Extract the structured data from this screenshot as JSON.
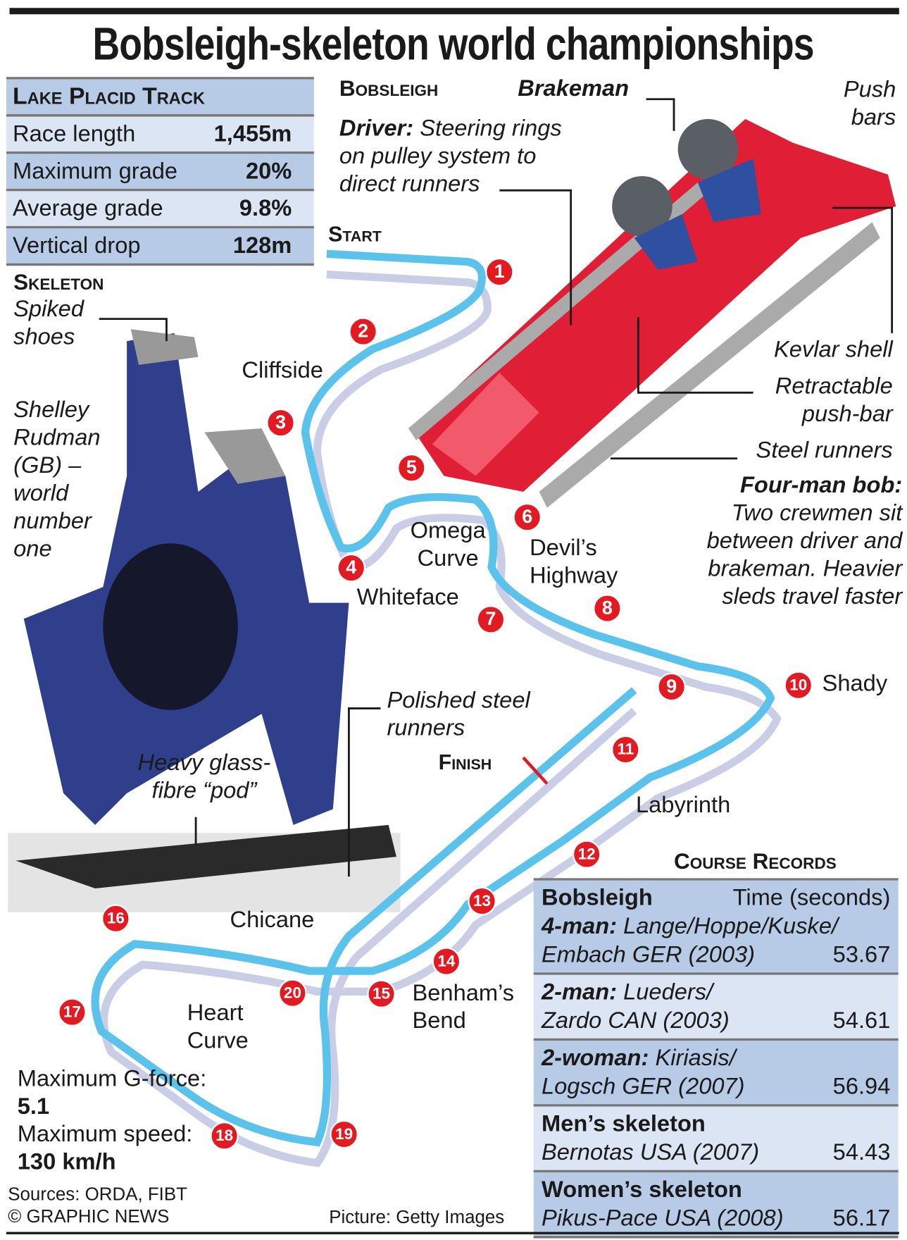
{
  "title": "Bobsleigh-skeleton world championships",
  "track_table": {
    "heading": "Lake Placid Track",
    "rows": [
      {
        "label": "Race length",
        "value": "1,455m"
      },
      {
        "label": "Maximum grade",
        "value": "20%"
      },
      {
        "label": "Average grade",
        "value": "9.8%"
      },
      {
        "label": "Vertical drop",
        "value": "128m"
      }
    ]
  },
  "skeleton": {
    "heading": "Skeleton",
    "spiked": "Spiked shoes",
    "athlete": "Shelley Rudman (GB) – world number one",
    "pod": "Heavy glass-fibre “pod”",
    "runners": "Polished steel runners"
  },
  "bobsleigh": {
    "heading": "Bobsleigh",
    "brakeman": "Brakeman",
    "push_bars": "Push bars",
    "driver_label": "Driver:",
    "driver_text": "Steering rings on pulley system to direct runners",
    "kevlar": "Kevlar shell",
    "retractable": "Retractable push-bar",
    "steel": "Steel runners",
    "fourman_label": "Four-man bob:",
    "fourman_text": "Two crewmen sit between driver and brakeman. Heavier sleds travel faster"
  },
  "track": {
    "start": "Start",
    "finish": "Finish",
    "curves": [
      "Cliffside",
      "Omega Curve",
      "Devil’s Highway",
      "Whiteface",
      "Shady",
      "Labyrinth",
      "Chicane",
      "Benham’s Bend",
      "Heart Curve"
    ],
    "markers": [
      "1",
      "2",
      "3",
      "4",
      "5",
      "6",
      "7",
      "8",
      "9",
      "10",
      "11",
      "12",
      "13",
      "14",
      "15",
      "16",
      "17",
      "18",
      "19",
      "20"
    ],
    "colors": {
      "track": "#5bc2ec",
      "shadow": "#c9cde6",
      "marker": "#e21b23"
    }
  },
  "stats": {
    "gforce_label": "Maximum G-force:",
    "gforce": "5.1",
    "speed_label": "Maximum speed:",
    "speed": "130 km/h"
  },
  "records": {
    "heading": "Course Records",
    "col1": "Bobsleigh",
    "col2": "Time (seconds)",
    "entries": [
      {
        "label": "4-man:",
        "names": "Lange/Hoppe/Kuske/",
        "names2": "Embach GER (2003)",
        "time": "53.67"
      },
      {
        "label": "2-man:",
        "names": "Lueders/",
        "names2": "Zardo CAN (2003)",
        "time": "54.61"
      },
      {
        "label": "2-woman:",
        "names": "Kiriasis/",
        "names2": "Logsch GER (2007)",
        "time": "56.94"
      },
      {
        "label": "Men’s skeleton",
        "names2": "Bernotas USA (2007)",
        "time": "54.43"
      },
      {
        "label": "Women’s skeleton",
        "names2": "Pikus-Pace USA (2008)",
        "time": "56.17"
      }
    ]
  },
  "footer": {
    "sources": "Sources: ORDA, FIBT",
    "credit": "© GRAPHIC NEWS",
    "picture": "Picture: Getty Images"
  }
}
